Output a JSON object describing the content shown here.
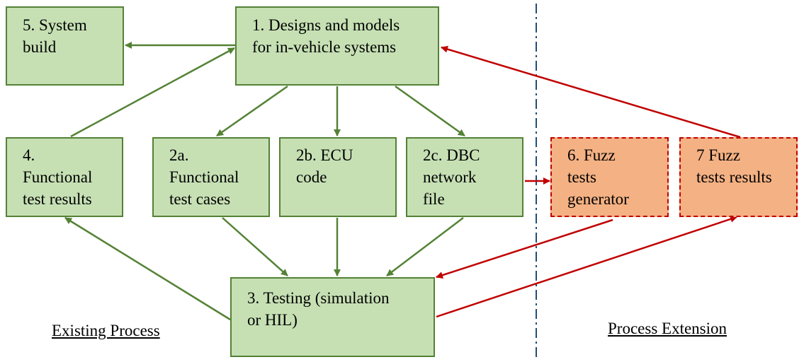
{
  "boxes": {
    "b1": {
      "lines": [
        "1. Designs and models",
        "for in-vehicle systems"
      ]
    },
    "b5": {
      "lines": [
        "5. System",
        "build"
      ]
    },
    "b4": {
      "lines": [
        "4.",
        "Functional",
        "test results"
      ]
    },
    "b2a": {
      "lines": [
        "2a.",
        "Functional",
        "test cases"
      ]
    },
    "b2b": {
      "lines": [
        "2b. ECU",
        "code"
      ]
    },
    "b2c": {
      "lines": [
        "2c. DBC",
        "network",
        "file"
      ]
    },
    "b6": {
      "lines": [
        "6. Fuzz",
        "tests",
        "generator"
      ]
    },
    "b7": {
      "lines": [
        "7 Fuzz",
        "tests results"
      ]
    },
    "b3": {
      "lines": [
        "3. Testing (simulation",
        "or HIL)"
      ]
    }
  },
  "captions": {
    "existing": "Existing Process",
    "extension": "Process Extension"
  },
  "colors": {
    "existing_fill": "#c6e0b4",
    "existing_border": "#538135",
    "extension_fill": "#f4b183",
    "extension_border": "#c00000",
    "green_arrow": "#548235",
    "red_arrow": "#c00000",
    "divider": "#1f4e79"
  }
}
